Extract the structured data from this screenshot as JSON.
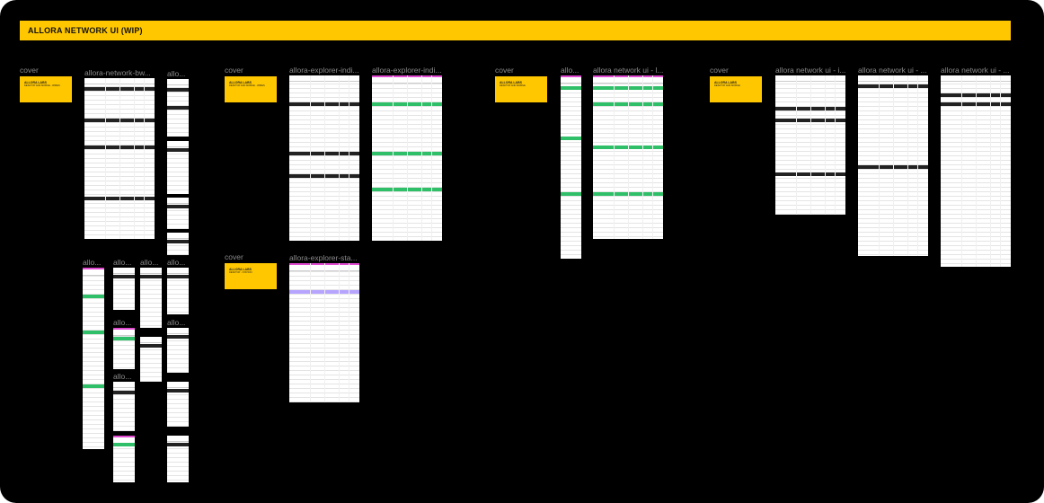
{
  "banner": {
    "title": "ALLORA NETWORK UI (WIP)"
  },
  "covers": [
    {
      "label": "cover",
      "title": "ALLORA LABS",
      "subtitle": "DESKTOP AND MOBILE - WIRES"
    },
    {
      "label": "cover",
      "title": "ALLORA LABS",
      "subtitle": "DESKTOP AND MOBILE - WIRES"
    },
    {
      "label": "cover",
      "title": "ALLORA LABS",
      "subtitle": "DESKTOP - STATION"
    },
    {
      "label": "cover",
      "title": "ALLORA LABS",
      "subtitle": "DESKTOP AND MOBILE"
    },
    {
      "label": "cover",
      "title": "ALLORA LABS",
      "subtitle": "DESKTOP AND MOBILE"
    }
  ],
  "frames": [
    {
      "label": "allora-network-bw...",
      "style": "bw"
    },
    {
      "label": "allo...",
      "style": "bw"
    },
    {
      "label": "allo...",
      "style": "green"
    },
    {
      "label": "allo...",
      "style": "bw"
    },
    {
      "label": "allo...",
      "style": "bw"
    },
    {
      "label": "allo...",
      "style": "bw"
    },
    {
      "label": "allo...",
      "style": "green"
    },
    {
      "label": "allo...",
      "style": "bw"
    },
    {
      "label": "allo...",
      "style": "bw"
    },
    {
      "label": "allora-explorer-indi...",
      "style": "bw"
    },
    {
      "label": "allora-explorer-indi...",
      "style": "green"
    },
    {
      "label": "allora-explorer-sta...",
      "style": "purple"
    },
    {
      "label": "allo...",
      "style": "green"
    },
    {
      "label": "allora network ui - l...",
      "style": "green"
    },
    {
      "label": "allora network ui - i...",
      "style": "bw"
    },
    {
      "label": "allora network ui - ...",
      "style": "bw"
    },
    {
      "label": "allora network ui - ...",
      "style": "bw"
    }
  ]
}
